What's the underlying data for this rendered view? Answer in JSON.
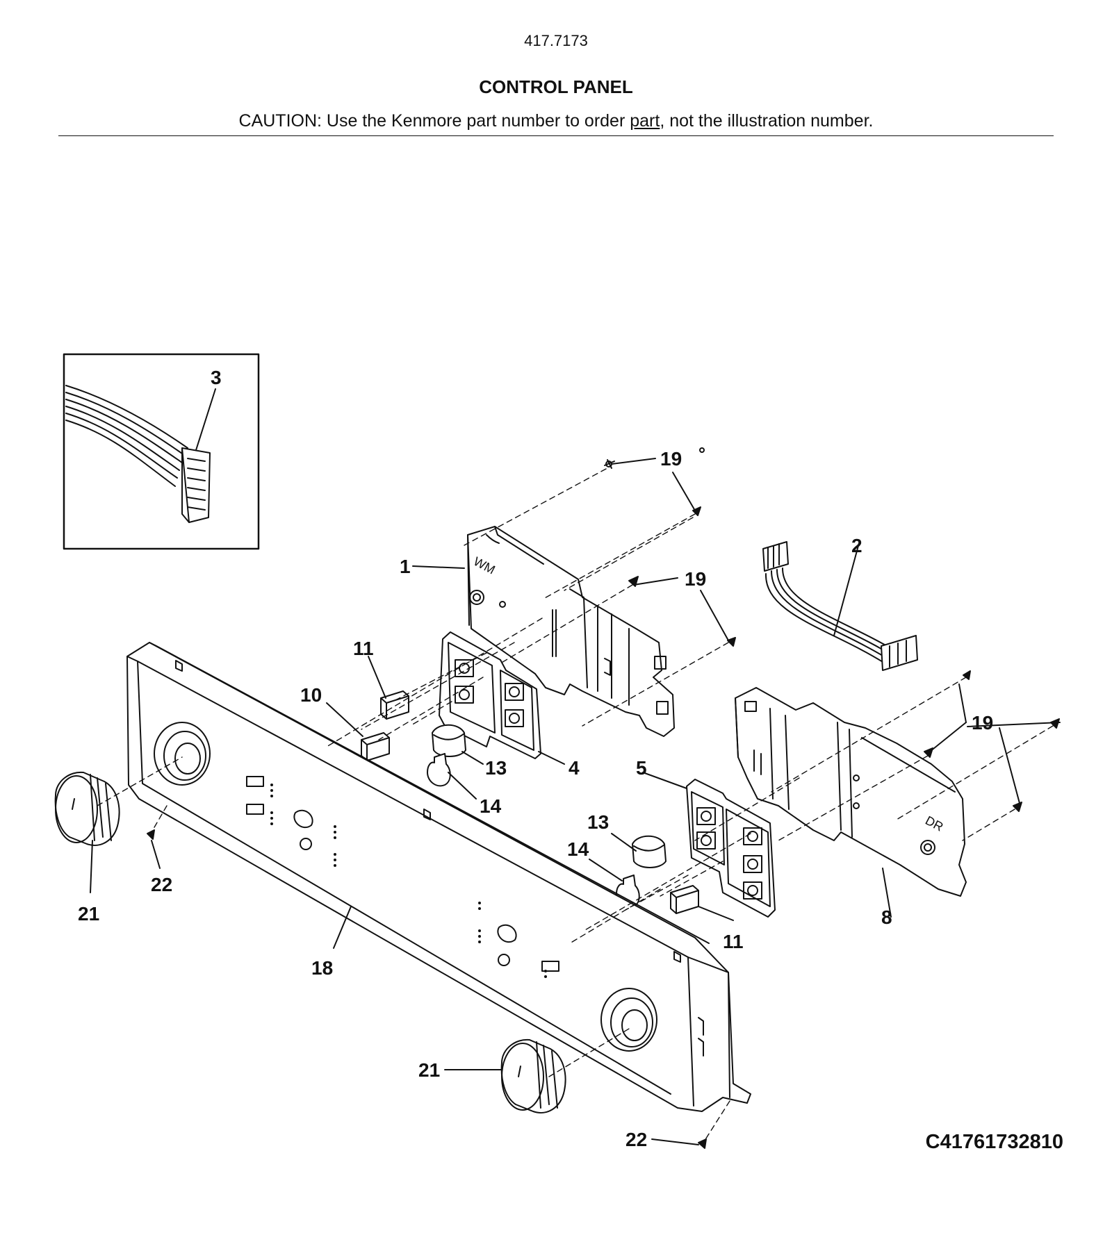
{
  "header": {
    "model_number": "417.7173",
    "title": "CONTROL PANEL",
    "caution_prefix": "CAUTION: Use the Kenmore part number to order ",
    "caution_link": "part",
    "caution_suffix": ", not the illustration number."
  },
  "diagram_code": "C41761732810",
  "callouts": {
    "c3": "3",
    "c19a": "19",
    "c2": "2",
    "c1": "1",
    "c19b": "19",
    "c11a": "11",
    "c10": "10",
    "c13a": "13",
    "c4": "4",
    "c14a": "14",
    "c19c": "19",
    "c5": "5",
    "c13b": "13",
    "c14b": "14",
    "c11b": "11",
    "c8": "8",
    "c21a": "21",
    "c22a": "22",
    "c18": "18",
    "c21b": "21",
    "c22b": "22"
  },
  "board_marks": {
    "wm": "WM",
    "dr": "DR"
  }
}
